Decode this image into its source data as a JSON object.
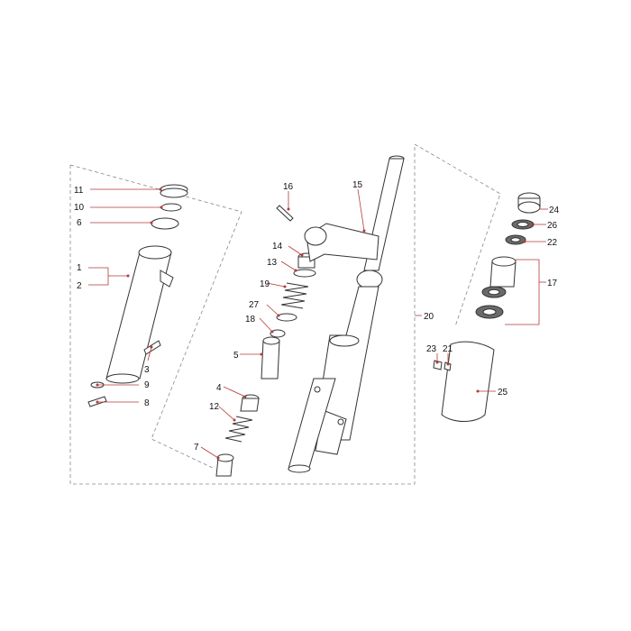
{
  "diagram": {
    "labels": {
      "p1": "1",
      "p2": "2",
      "p3": "3",
      "p4": "4",
      "p5": "5",
      "p6": "6",
      "p7": "7",
      "p8": "8",
      "p9": "9",
      "p10": "10",
      "p11": "11",
      "p12": "12",
      "p13": "13",
      "p14": "14",
      "p15": "15",
      "p16": "16",
      "p17": "17",
      "p18": "18",
      "p19": "19",
      "p20": "20",
      "p21": "21",
      "p22": "22",
      "p23": "23",
      "p24": "24",
      "p25": "25",
      "p26": "26",
      "p27": "27"
    },
    "colors": {
      "line": "#333333",
      "leader": "#b33a3a",
      "frame": "#888888"
    }
  }
}
